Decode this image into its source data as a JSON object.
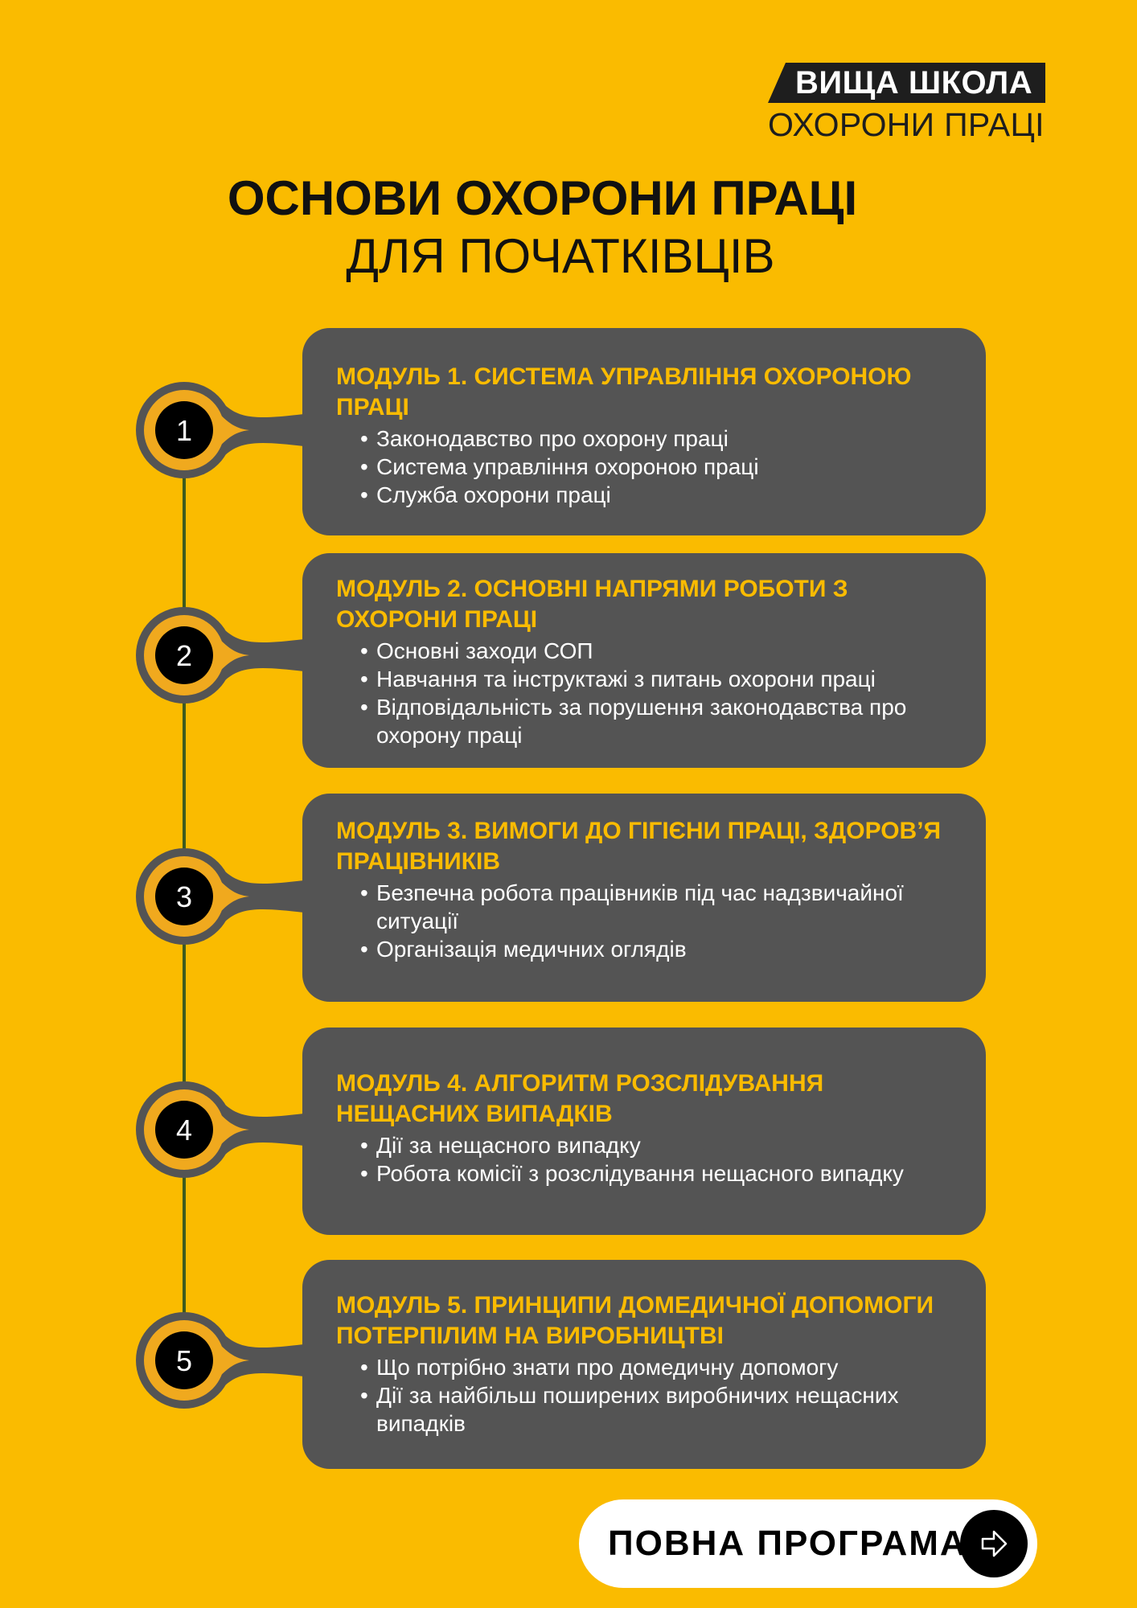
{
  "logo": {
    "line1": "ВИЩА ШКОЛА",
    "line2": "ОХОРОНИ ПРАЦІ"
  },
  "title": {
    "line1": "ОСНОВИ ОХОРОНИ ПРАЦІ",
    "line2": "ДЛЯ ПОЧАТКІВЦІВ"
  },
  "colors": {
    "background": "#fabb00",
    "card": "#545454",
    "accent": "#fabb00",
    "node_ring": "#f0a91e"
  },
  "modules": [
    {
      "number": "1",
      "heading": "МОДУЛЬ 1. СИСТЕМА УПРАВЛІННЯ ОХОРОНОЮ ПРАЦІ",
      "items": [
        "Законодавство про охорону праці",
        "Система управління охороною праці",
        "Служба охорони праці"
      ]
    },
    {
      "number": "2",
      "heading": "МОДУЛЬ 2. ОСНОВНІ НАПРЯМИ РОБОТИ З ОХОРОНИ ПРАЦІ",
      "items": [
        "Основні заходи СОП",
        "Навчання та інструктажі з питань охорони праці",
        "Відповідальність за порушення законодавства про охорону праці"
      ]
    },
    {
      "number": "3",
      "heading": "МОДУЛЬ 3. ВИМОГИ ДО ГІГІЄНИ ПРАЦІ, ЗДОРОВ’Я ПРАЦІВНИКІВ",
      "items": [
        "Безпечна робота працівників під час надзвичайної ситуації",
        "Організація медичних оглядів"
      ]
    },
    {
      "number": "4",
      "heading": "МОДУЛЬ 4. АЛГОРИТМ РОЗСЛІДУВАННЯ НЕЩАСНИХ ВИПАДКІВ",
      "items": [
        "Дії за нещасного випадку",
        "Робота комісії з розслідування нещасного випадку"
      ]
    },
    {
      "number": "5",
      "heading": "МОДУЛЬ 5. ПРИНЦИПИ ДОМЕДИЧНОЇ ДОПОМОГИ ПОТЕРПІЛИМ НА ВИРОБНИЦТВІ",
      "items": [
        "Що потрібно знати про домедичну допомогу",
        "Дії за найбільш поширених виробничих нещасних випадків"
      ]
    }
  ],
  "cta": {
    "label": "ПОВНА ПРОГРАМА",
    "icon": "arrow-right-icon"
  }
}
